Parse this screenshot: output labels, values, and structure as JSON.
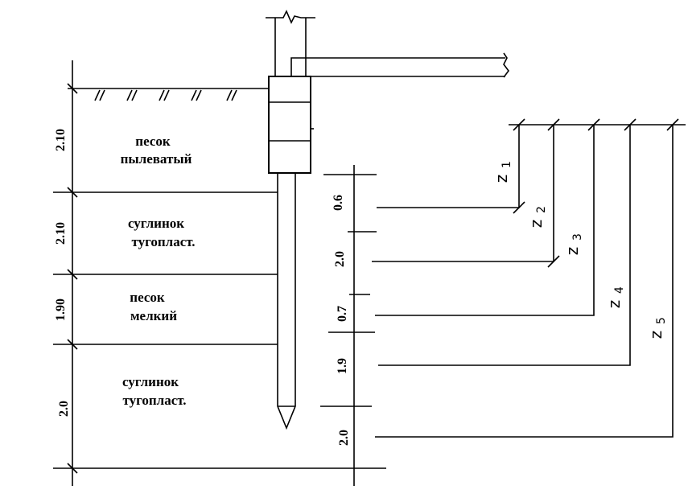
{
  "layers": [
    {
      "thickness": "2.10",
      "name_line1": "песок",
      "name_line2": "пылеватый"
    },
    {
      "thickness": "2.10",
      "name_line1": "суглинок",
      "name_line2": "тугопласт."
    },
    {
      "thickness": "1.90",
      "name_line1": "песок",
      "name_line2": "мелкий"
    },
    {
      "thickness": "2.0",
      "name_line1": "суглинок",
      "name_line2": "тугопласт."
    }
  ],
  "sublayers": [
    "0.6",
    "2.0",
    "0.7",
    "1.9",
    "2.0"
  ],
  "depths": [
    {
      "letter": "z",
      "index": "1"
    },
    {
      "letter": "z",
      "index": "2"
    },
    {
      "letter": "z",
      "index": "3"
    },
    {
      "letter": "z",
      "index": "4"
    },
    {
      "letter": "z",
      "index": "5"
    }
  ]
}
